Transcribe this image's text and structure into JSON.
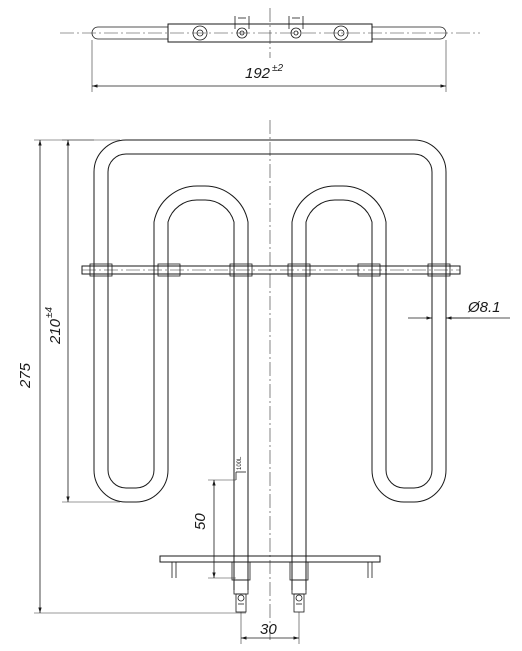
{
  "dimensions": {
    "top_width": {
      "value": "192",
      "tolerance": "±2"
    },
    "total_height": {
      "value": "275"
    },
    "element_height": {
      "value": "210",
      "tolerance": "±4"
    },
    "tube_diameter": {
      "value": "Ø8.1"
    },
    "terminal_spacing": {
      "value": "30"
    },
    "flange_offset": {
      "value": "50"
    },
    "marking": "100L"
  },
  "colors": {
    "line": "#1a1a1a",
    "background": "#ffffff"
  }
}
